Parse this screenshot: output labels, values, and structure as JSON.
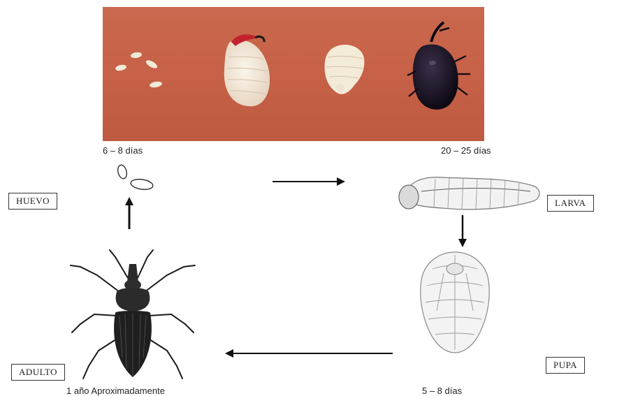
{
  "stages": {
    "egg": {
      "label": "HUEVO",
      "duration": "6 – 8 días"
    },
    "larva": {
      "label": "LARVA",
      "duration": "20 – 25 días"
    },
    "pupa": {
      "label": "PUPA",
      "duration": "5 – 8 días"
    },
    "adult": {
      "label": "ADULTO",
      "duration": "1 año Aproximadamente"
    }
  },
  "colors": {
    "photo_background": "#c76248",
    "arrow": "#111111",
    "label_border": "#333333"
  },
  "icons": [
    "egg-icon",
    "larva-icon",
    "pupa-icon",
    "weevil-icon"
  ]
}
